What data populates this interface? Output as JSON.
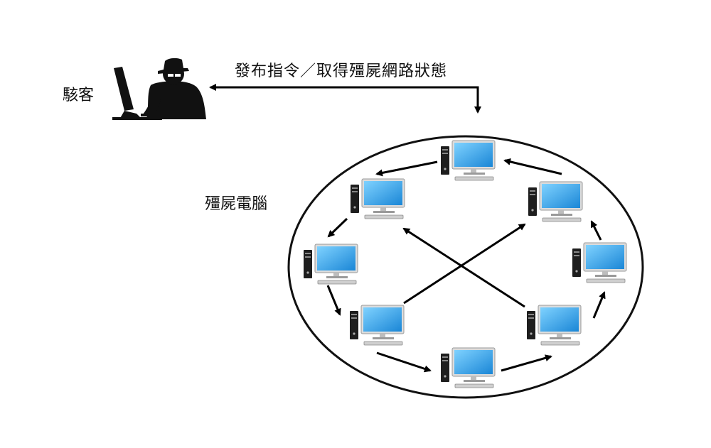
{
  "labels": {
    "hacker": "駭客",
    "command": "發布指令／取得殭屍網路狀態",
    "zombie_computers": "殭屍電腦"
  },
  "icons": {
    "hacker": "hacker-at-computer-icon",
    "computer": "desktop-computer-icon"
  },
  "colors": {
    "line": "#000000",
    "screen": "#2a9fe0",
    "tower": "#222222"
  },
  "zombie_computers": [
    {
      "id": "top"
    },
    {
      "id": "upper-left"
    },
    {
      "id": "upper-right"
    },
    {
      "id": "middle-left"
    },
    {
      "id": "middle-right"
    },
    {
      "id": "lower-left"
    },
    {
      "id": "lower-right"
    },
    {
      "id": "bottom"
    }
  ]
}
